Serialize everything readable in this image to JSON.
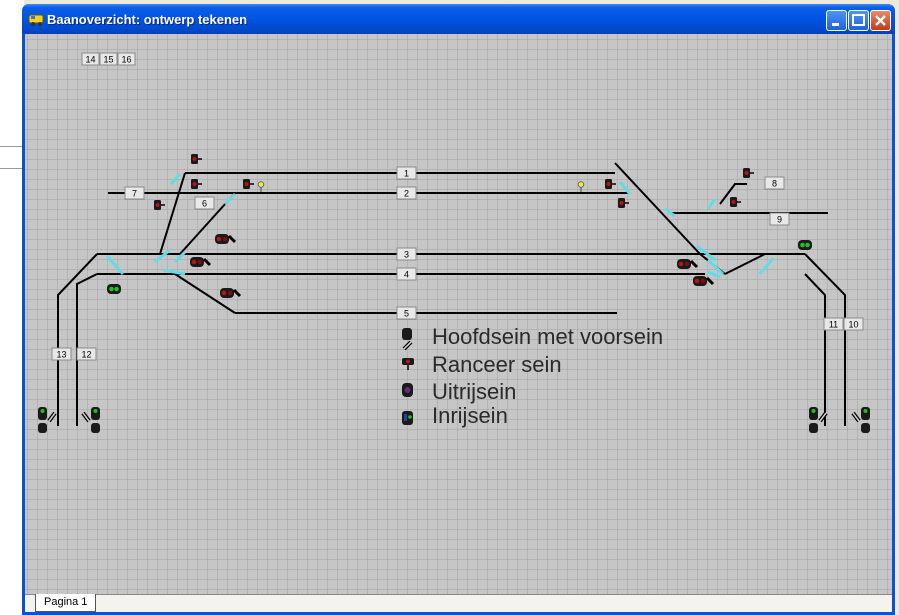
{
  "window": {
    "title": "Baanoverzicht: ontwerp tekenen",
    "controls": [
      "minimize",
      "maximize",
      "close"
    ]
  },
  "canvas": {
    "top_labels": [
      "14",
      "15",
      "16"
    ],
    "track_numbers": [
      "1",
      "2",
      "3",
      "4",
      "5",
      "6",
      "7",
      "8",
      "9",
      "10",
      "11",
      "12",
      "13"
    ]
  },
  "legend": [
    {
      "label": "Hoofdsein met voorsein",
      "icon": "main-signal-with-distant-icon"
    },
    {
      "label": "Ranceer sein",
      "icon": "shunting-signal-icon"
    },
    {
      "label": "Uitrijsein",
      "icon": "exit-signal-icon"
    },
    {
      "label": "Inrijsein",
      "icon": "entry-signal-icon"
    }
  ],
  "tabs": [
    "Pagina 1"
  ],
  "colors": {
    "titlebar": "#0054e3",
    "grid_background": "#c6c6c6",
    "grid_lines": "#9f9f9f",
    "track": "#000000",
    "switch_highlight": "#5fdcea",
    "signal_red": "#c01010",
    "signal_green": "#20c020"
  }
}
